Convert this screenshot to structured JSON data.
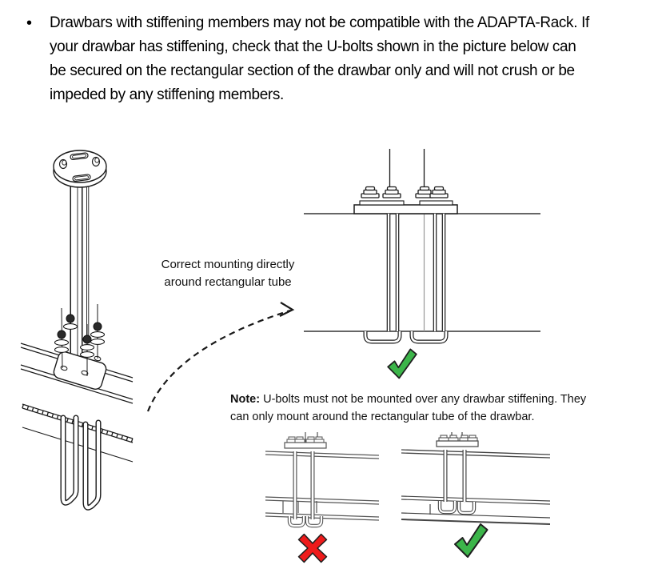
{
  "intro": {
    "bullet": "•",
    "lines": [
      "Drawbars with stiffening members may not be compatible with the ADAPTA-Rack. If",
      "your drawbar has stiffening, check that the U-bolts shown in the picture below can",
      "be secured on the rectangular section of the drawbar only and will not crush or be",
      "impeded by any stiffening members."
    ]
  },
  "callout": {
    "line1": "Correct mounting directly",
    "line2": "around rectangular tube"
  },
  "note": {
    "label": "Note:",
    "line1_rest": " U-bolts must not be mounted over any drawbar stiffening. They",
    "line2": "can only mount around the rectangular tube of the drawbar."
  },
  "icons": {
    "correct": "green-check-icon",
    "incorrect": "red-cross-icon"
  },
  "colors": {
    "check_green": "#3cb54a",
    "cross_red": "#ee1b1b",
    "ink": "#1a1a1a",
    "diagram_gray": "#555555"
  }
}
